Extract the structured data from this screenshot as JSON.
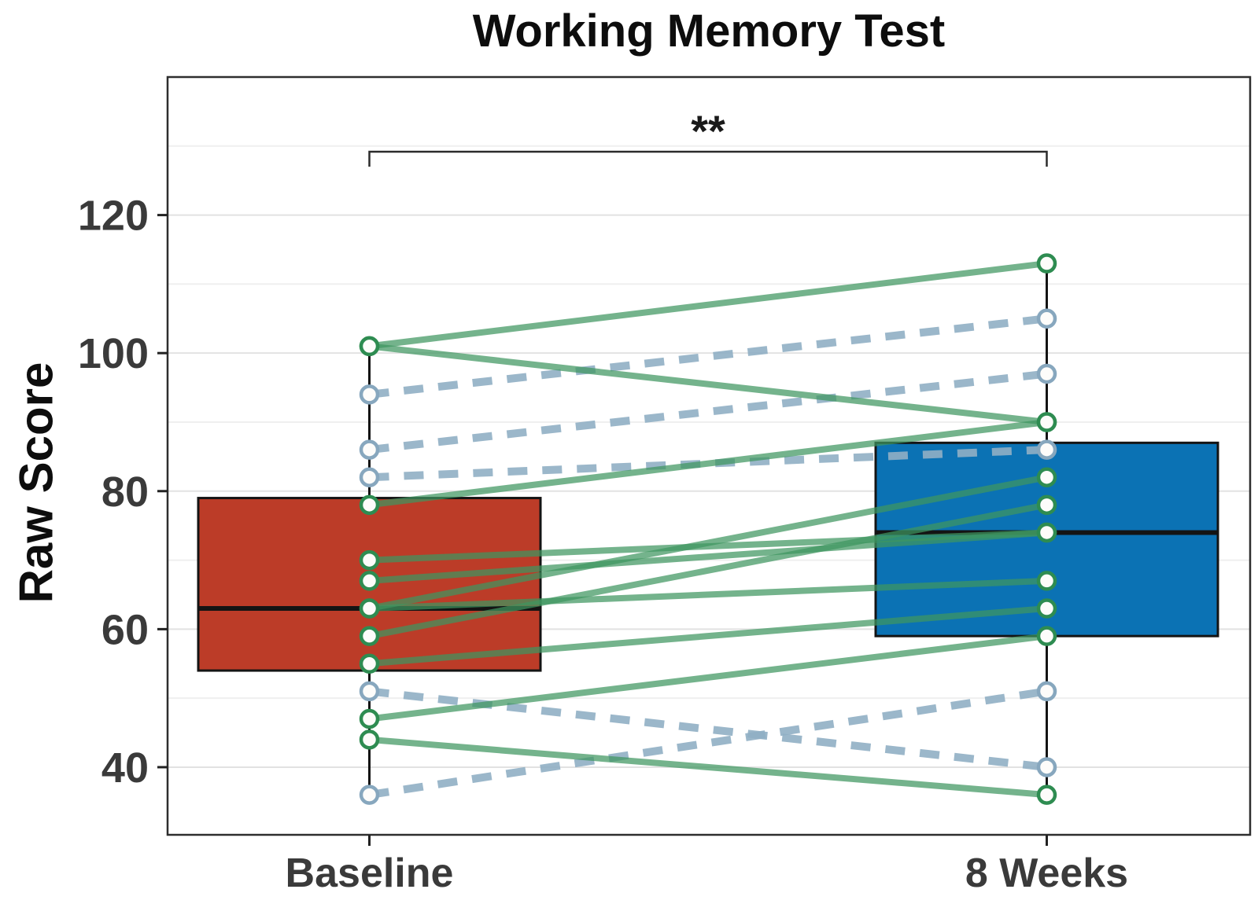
{
  "chart_data": {
    "type": "paired-boxplot-spaghetti",
    "title": "Working Memory Test",
    "ylabel": "Raw Score",
    "significance_label": "**",
    "categories": [
      "Baseline",
      "8 Weeks"
    ],
    "y_axis": {
      "ticks": [
        40,
        60,
        80,
        100,
        120
      ],
      "minor_ticks": [
        50,
        70,
        90,
        110,
        130
      ],
      "range": [
        30.2,
        140
      ],
      "grid": true
    },
    "groups": [
      {
        "label": "Baseline",
        "box": {
          "q1": 54,
          "median": 63,
          "q3": 79,
          "whisker_low": 36,
          "whisker_high": 101
        },
        "box_color": "#BC3C28",
        "values": [
          101,
          94,
          86,
          82,
          78,
          70,
          67,
          63,
          59,
          55,
          51,
          47,
          44,
          36
        ]
      },
      {
        "label": "8 Weeks",
        "box": {
          "q1": 59,
          "median": 74,
          "q3": 87,
          "whisker_low": 36,
          "whisker_high": 113
        },
        "box_color": "#0B72B4",
        "values": [
          113,
          105,
          97,
          90,
          86,
          82,
          78,
          74,
          67,
          63,
          59,
          51,
          40,
          36
        ]
      }
    ],
    "subjects": [
      {
        "baseline": 101,
        "week8": 113,
        "style": "solid_green"
      },
      {
        "baseline": 101,
        "week8": 90,
        "style": "solid_green"
      },
      {
        "baseline": 78,
        "week8": 90,
        "style": "solid_green"
      },
      {
        "baseline": 70,
        "week8": 74,
        "style": "solid_green"
      },
      {
        "baseline": 67,
        "week8": 74,
        "style": "solid_green"
      },
      {
        "baseline": 63,
        "week8": 82,
        "style": "solid_green"
      },
      {
        "baseline": 63,
        "week8": 67,
        "style": "solid_green"
      },
      {
        "baseline": 59,
        "week8": 78,
        "style": "solid_green"
      },
      {
        "baseline": 55,
        "week8": 63,
        "style": "solid_green"
      },
      {
        "baseline": 47,
        "week8": 59,
        "style": "solid_green"
      },
      {
        "baseline": 44,
        "week8": 36,
        "style": "solid_green"
      },
      {
        "baseline": 94,
        "week8": 105,
        "style": "dashed_blue"
      },
      {
        "baseline": 86,
        "week8": 97,
        "style": "dashed_blue"
      },
      {
        "baseline": 82,
        "week8": 86,
        "style": "dashed_blue"
      },
      {
        "baseline": 51,
        "week8": 40,
        "style": "dashed_blue"
      },
      {
        "baseline": 36,
        "week8": 51,
        "style": "dashed_blue"
      }
    ],
    "colors": {
      "solid_line_green": "#3E9560",
      "dashed_line_blue": "#90AFC4",
      "point_stroke_green": "#2E8C51",
      "point_stroke_blue": "#87A7BE",
      "point_fill": "#FDFCFA",
      "box_border": "#141414",
      "grid_major": "#E2E2E2",
      "grid_minor": "#EFEFEF",
      "panel_border": "#2E2E2E",
      "tick_text": "#3A3A3A",
      "bracket": "#2B2B2B"
    }
  }
}
